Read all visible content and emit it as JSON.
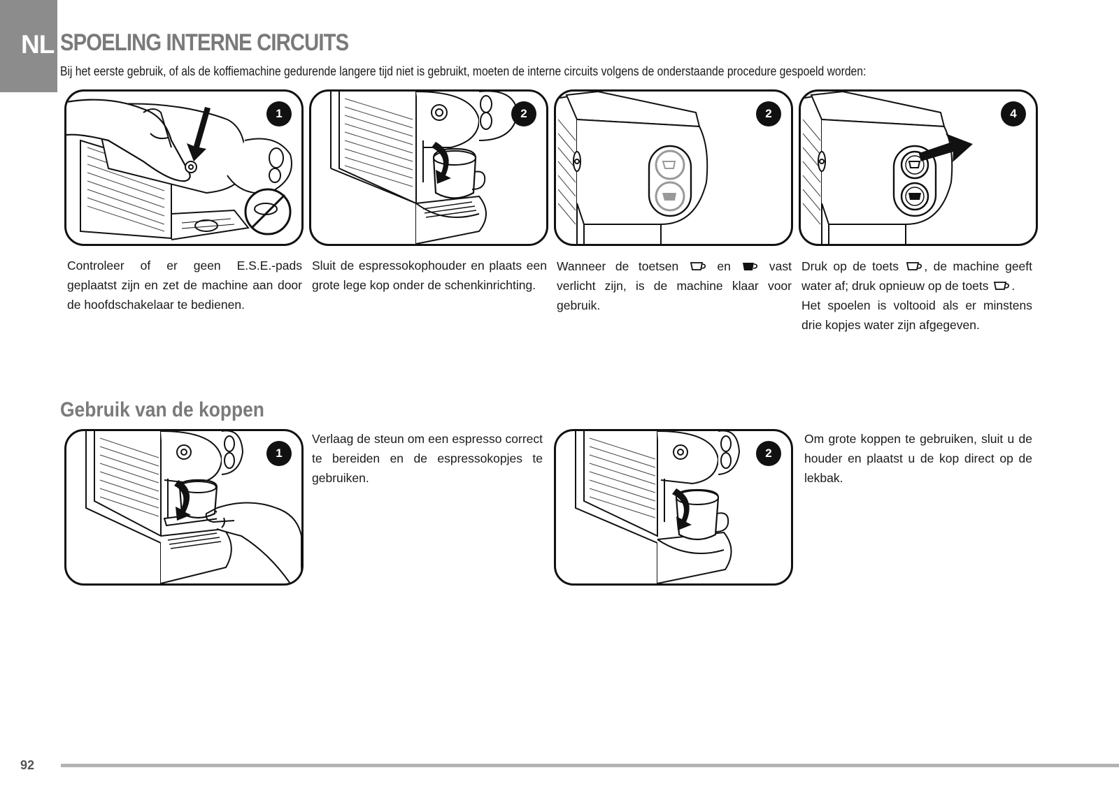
{
  "page": {
    "lang_code": "NL",
    "section_title": "SPOELING INTERNE CIRCUITS",
    "intro": "Bij het eerste gebruik, of als de koffiemachine gedurende langere tijd niet is gebruikt, moeten de interne circuits volgens de onderstaande procedure gespoeld worden:",
    "page_number": "92"
  },
  "rinse_steps": [
    {
      "badge": "1",
      "caption": "Controleer of er geen E.S.E.-pads geplaatst zijn en zet de machine aan door de hoofdschakelaar te bedienen."
    },
    {
      "badge": "2",
      "caption": "Sluit de espressokophouder en plaats een grote lege kop onder de schenkinrichting."
    },
    {
      "badge": "2",
      "caption_a": "Wanneer de toetsen",
      "caption_b": "en",
      "caption_c": "vast verlicht zijn, is de machine klaar voor gebruik."
    },
    {
      "badge": "4",
      "caption_a": "Druk op de toets",
      "caption_b": ", de machine geeft water af; druk opnieuw op de toets",
      "caption_c": ".",
      "caption_d": "Het spoelen is voltooid als er minstens drie kopjes water zijn afgegeven."
    }
  ],
  "cups": {
    "title": "Gebruik van de koppen",
    "steps": [
      {
        "badge": "1",
        "caption": "Verlaag de steun om een espresso correct te bereiden en de espressokopjes te gebruiken."
      },
      {
        "badge": "2",
        "caption": "Om grote koppen te gebruiken, sluit u de houder en plaatst u de kop direct op de lekbak."
      }
    ]
  },
  "icons": {
    "small_cup_button": "espresso-cup-icon",
    "large_cup_button": "large-cup-icon",
    "no_pad_symbol": "no-pod-icon",
    "power_button": "power-icon",
    "press_arrow": "arrow-icon",
    "rotate_arrow": "curved-arrow-icon"
  },
  "colors": {
    "tab_background": "#8c8c8c",
    "heading_grey": "#7a7a7a",
    "outline": "#111111",
    "footer_rule": "#b3b3b3"
  }
}
